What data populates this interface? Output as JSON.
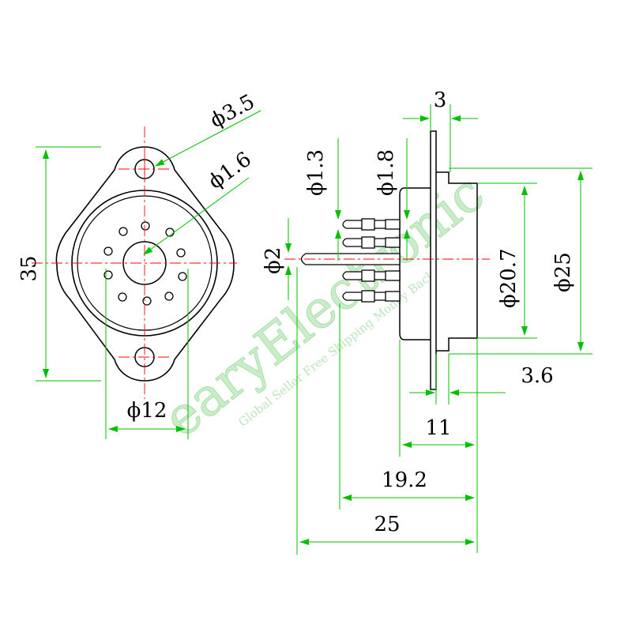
{
  "colors": {
    "outline": "#000000",
    "dimension": "#00c000",
    "centerline": "#ff0000",
    "watermark": "#9cdf9c"
  },
  "front_view": {
    "height_label": "35",
    "hole_label": "ϕ3.5",
    "pin_hole_label": "ϕ1.6",
    "center_label": "ϕ12"
  },
  "side_view": {
    "flange_label": "3",
    "pin_small_label": "ϕ1.3",
    "pin_large_label": "ϕ1.8",
    "center_pin_label": "ϕ2",
    "inner_diameter_label": "ϕ20.7",
    "outer_diameter_label": "ϕ25",
    "step_label": "3.6",
    "body_label": "11",
    "pin_length_label": "19.2",
    "overall_label": "25"
  },
  "watermark": {
    "brand": "earyElectronic",
    "tagline": "Global Seller Free Shipping Money Back"
  }
}
